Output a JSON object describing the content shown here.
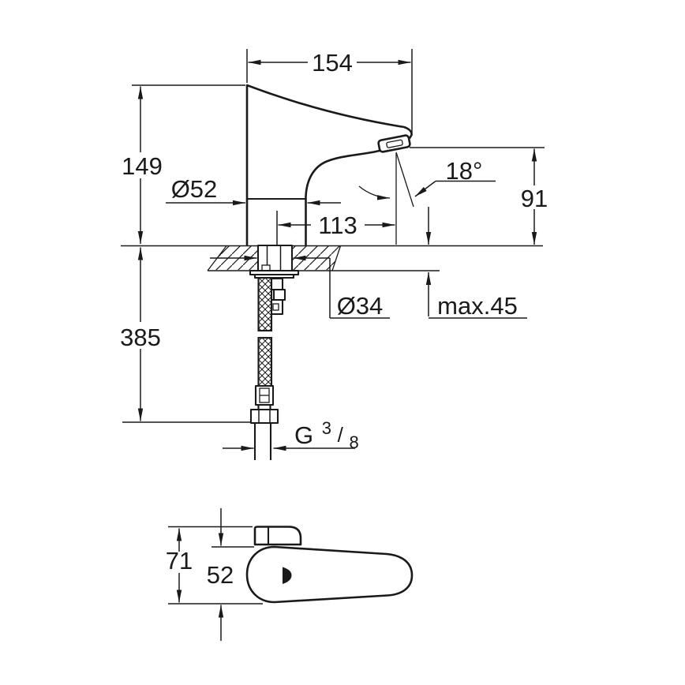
{
  "drawing": {
    "colors": {
      "line": "#1a1a1a",
      "background": "#ffffff"
    },
    "dims": {
      "reach_overall": "154",
      "height_above_deck": "149",
      "body_diameter": "Ø52",
      "outlet_reach": "113",
      "outlet_angle": "18°",
      "outlet_height": "91",
      "hole_diameter": "Ø34",
      "max_deck_thickness": "max.45",
      "hose_length": "385",
      "thread_prefix": "G",
      "thread_numerator": "3",
      "thread_slash": "/",
      "thread_denominator": "8",
      "top_view_depth": "71",
      "top_view_width": "52"
    }
  }
}
